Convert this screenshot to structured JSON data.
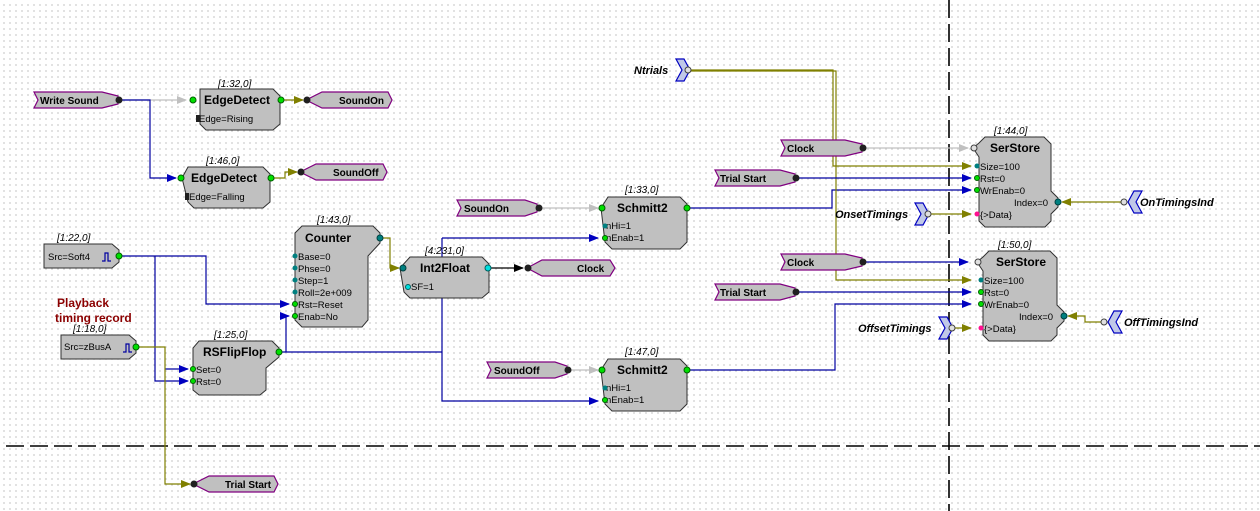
{
  "diagram": {
    "colors": {
      "wire_logic": "#0000a0",
      "wire_int": "#808000",
      "wire_disabled": "#c0c0c0",
      "wire_float": "#000000",
      "tag_border": "#800080",
      "block_fill": "#c0c0c0",
      "pin_logic": "#00e000",
      "pin_int": "#008080",
      "pin_float": "#00e0e0",
      "pin_data": "#ff1090",
      "note_text": "#8b0000"
    },
    "note": {
      "line1": "Playback",
      "line2": "timing record"
    },
    "tags": {
      "write_sound": "Write Sound",
      "sound_on_out": "SoundOn",
      "sound_off_out": "SoundOff",
      "sound_on_in": "SoundOn",
      "sound_off_in": "SoundOff",
      "clock_out": "Clock",
      "clock_in_1": "Clock",
      "clock_in_2": "Clock",
      "trial_start_out": "Trial Start",
      "trial_start_in_1": "Trial Start",
      "trial_start_in_2": "Trial Start"
    },
    "params": {
      "ntrials": "Ntrials",
      "onset_timings": "OnsetTimings",
      "offset_timings": "OffsetTimings",
      "on_timings_ind": "OnTimingsInd",
      "off_timings_ind": "OffTimingsInd"
    },
    "blocks": {
      "edge_rise": {
        "index": "[1:32,0]",
        "title": "EdgeDetect",
        "params": [
          "Edge=Rising"
        ]
      },
      "edge_fall": {
        "index": "[1:46,0]",
        "title": "EdgeDetect",
        "params": [
          "Edge=Falling"
        ]
      },
      "soft4": {
        "index": "[1:22,0]",
        "params": [
          "Src=Soft4"
        ]
      },
      "zbus": {
        "index": "[1:18,0]",
        "params": [
          "Src=zBusA"
        ]
      },
      "counter": {
        "index": "[1:43,0]",
        "title": "Counter",
        "params": [
          "Base=0",
          "Phse=0",
          "Step=1",
          "Roll=2e+009",
          "Rst=Reset",
          "Enab=No"
        ]
      },
      "rsff": {
        "index": "[1:25,0]",
        "title": "RSFlipFlop",
        "params": [
          "Set=0",
          "Rst=0"
        ]
      },
      "int2float": {
        "index": "[4:231,0]",
        "title": "Int2Float",
        "params": [
          "SF=1"
        ]
      },
      "schmitt_on": {
        "index": "[1:33,0]",
        "title": "Schmitt2",
        "params": [
          "nHi=1",
          "nEnab=1"
        ]
      },
      "schmitt_off": {
        "index": "[1:47,0]",
        "title": "Schmitt2",
        "params": [
          "nHi=1",
          "nEnab=1"
        ]
      },
      "serstore_on": {
        "index": "[1:44,0]",
        "title": "SerStore",
        "params": [
          "Size=100",
          "Rst=0",
          "WrEnab=0",
          "{>Data}"
        ],
        "out": "Index=0"
      },
      "serstore_off": {
        "index": "[1:50,0]",
        "title": "SerStore",
        "params": [
          "Size=100",
          "Rst=0",
          "WrEnab=0",
          "{>Data}"
        ],
        "out": "Index=0"
      }
    }
  }
}
